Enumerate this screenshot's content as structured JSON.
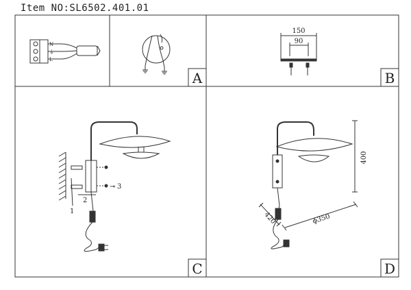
{
  "header": {
    "item_label": "Item NO:SL6502.401.01"
  },
  "panels": {
    "a": {
      "letter": "A",
      "connector_symbols": [
        "N",
        "⏚",
        "L"
      ]
    },
    "b": {
      "letter": "B",
      "dim_outer": "150",
      "dim_inner": "90"
    },
    "c": {
      "letter": "C",
      "callout_1": "1",
      "callout_2": "2",
      "callout_3": "3"
    },
    "d": {
      "letter": "D",
      "dim_height": "400",
      "dim_diameter": "ϕ350",
      "dim_depth": "420"
    }
  }
}
